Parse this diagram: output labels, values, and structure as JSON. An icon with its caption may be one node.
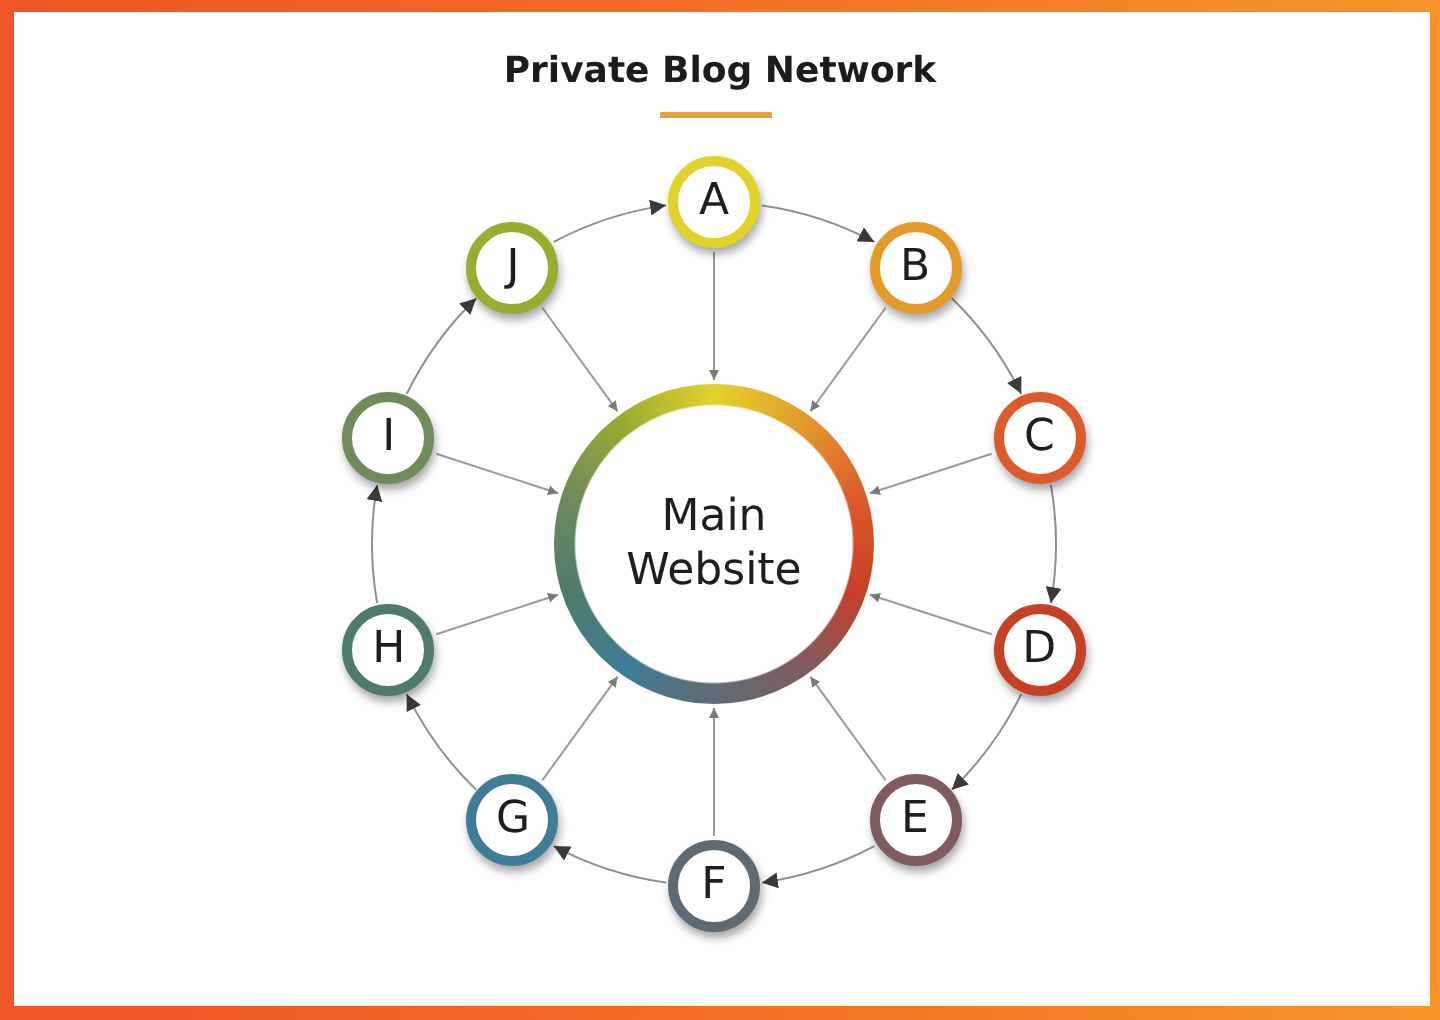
{
  "diagram": {
    "title": "Private Blog Network",
    "nodes": [
      {
        "text": [
          "A"
        ]
      },
      {
        "text": [
          "B"
        ]
      },
      {
        "text": [
          "C"
        ]
      },
      {
        "text": [
          "D"
        ]
      },
      {
        "text": [
          "E"
        ]
      },
      {
        "text": [
          "F"
        ]
      },
      {
        "text": [
          "G"
        ]
      },
      {
        "text": [
          "H"
        ]
      },
      {
        "text": [
          "I"
        ]
      },
      {
        "text": [
          "J"
        ]
      },
      {
        "text": [
          "Main Website"
        ]
      }
    ],
    "edges": [
      {
        "from": 0,
        "to": 1,
        "arrow": "to"
      },
      {
        "from": 1,
        "to": 2,
        "arrow": "to"
      },
      {
        "from": 2,
        "to": 3,
        "arrow": "to"
      },
      {
        "from": 3,
        "to": 4,
        "arrow": "to"
      },
      {
        "from": 4,
        "to": 5,
        "arrow": "to"
      },
      {
        "from": 5,
        "to": 6,
        "arrow": "to"
      },
      {
        "from": 6,
        "to": 7,
        "arrow": "to"
      },
      {
        "from": 7,
        "to": 8,
        "arrow": "to"
      },
      {
        "from": 8,
        "to": 9,
        "arrow": "to"
      },
      {
        "from": 9,
        "to": 0,
        "arrow": "to"
      },
      {
        "from": 0,
        "to": 10,
        "arrow": "to"
      },
      {
        "from": 1,
        "to": 10,
        "arrow": "to"
      },
      {
        "from": 2,
        "to": 10,
        "arrow": "to"
      },
      {
        "from": 3,
        "to": 10,
        "arrow": "to"
      },
      {
        "from": 4,
        "to": 10,
        "arrow": "to"
      },
      {
        "from": 5,
        "to": 10,
        "arrow": "to"
      },
      {
        "from": 6,
        "to": 10,
        "arrow": "to"
      },
      {
        "from": 7,
        "to": 10,
        "arrow": "to"
      },
      {
        "from": 8,
        "to": 10,
        "arrow": "to"
      },
      {
        "from": 9,
        "to": 10,
        "arrow": "to"
      }
    ]
  }
}
